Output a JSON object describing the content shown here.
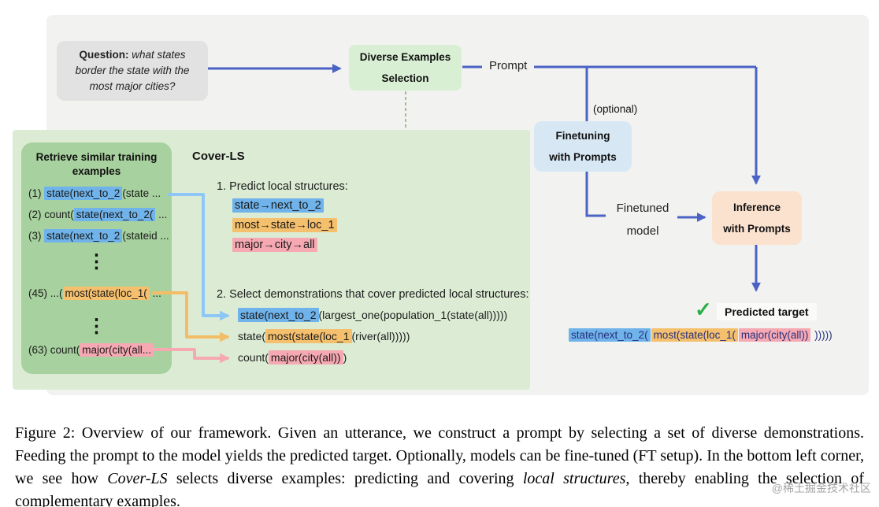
{
  "figure": {
    "question": {
      "label": "Question:",
      "text": " what states border the state with the most major cities?"
    },
    "diverse_box": {
      "line1": "Diverse Examples",
      "line2": "Selection"
    },
    "prompt_label": "Prompt",
    "optional_label": "(optional)",
    "finetuning_box": {
      "line1": "Finetuning",
      "line2": "with Prompts"
    },
    "finetuned_model": {
      "line1": "Finetuned",
      "line2": "model"
    },
    "inference_box": {
      "line1": "Inference",
      "line2": "with Prompts"
    },
    "check_icon": "✓",
    "predicted_target_label": "Predicted target",
    "predicted_target": {
      "blue": "state(next_to_2(",
      "orange": "most(state(loc_1(",
      "pink": "major(city(all))",
      "tail": " )))))"
    },
    "retrieve": {
      "title_line1": "Retrieve similar training",
      "title_line2": "examples",
      "ellipsis": "⋮",
      "items": [
        {
          "num": "(1) ",
          "pre": "",
          "hl": "state(next_to_2",
          "color": "blue",
          "post": "(state ..."
        },
        {
          "num": "(2) ",
          "pre": "count(",
          "hl": "state(next_to_2(",
          "color": "blue",
          "post": " ..."
        },
        {
          "num": "(3) ",
          "pre": "",
          "hl": "state(next_to_2",
          "color": "blue",
          "post": "(stateid ..."
        },
        {
          "num": "(45) ",
          "pre": "...(",
          "hl": "most(state(loc_1(",
          "color": "orange",
          "post": " ..."
        },
        {
          "num": "(63) ",
          "pre": "count(",
          "hl": "major(city(all...",
          "color": "pink",
          "post": ""
        }
      ]
    },
    "coverls": {
      "title": "Cover-LS",
      "step1": "1. Predict local structures:",
      "structures": [
        {
          "text": "state→next_to_2",
          "color": "blue"
        },
        {
          "text": "most→state→loc_1",
          "color": "orange"
        },
        {
          "text": "major→city→all",
          "color": "pink"
        }
      ],
      "step2": "2. Select demonstrations that cover predicted local structures:",
      "demos": [
        {
          "pre": "",
          "hl": "state(next_to_2",
          "color": "blue",
          "post": "(largest_one(population_1(state(all)))))"
        },
        {
          "pre": "state(",
          "hl": "most(state(loc_1",
          "color": "orange",
          "post": "(river(all)))))"
        },
        {
          "pre": "count(",
          "hl": "major(city(all))",
          "color": "pink",
          "post": ")"
        }
      ]
    }
  },
  "caption": {
    "segments": [
      {
        "text": "Figure 2: Overview of our framework. Given an utterance, we construct a prompt by selecting a set of diverse demonstrations. Feeding the prompt to the model yields the predicted target. Optionally, models can be fine-tuned (FT setup). In the bottom left corner, we see how ",
        "italic": false
      },
      {
        "text": "Cover-LS",
        "italic": true
      },
      {
        "text": " selects diverse examples: predicting and covering ",
        "italic": false
      },
      {
        "text": "local structures",
        "italic": true
      },
      {
        "text": ", thereby enabling the selection of complementary examples.",
        "italic": false
      }
    ]
  },
  "watermark": "@稀土掘金技术社区",
  "colors": {
    "figure_bg": "#f2f2f0",
    "panel_green": "#dcecd4",
    "retrieve_green": "#a7d19e",
    "question_gray": "#e2e2e2",
    "diverse_green": "#d9efd4",
    "finetune_blue": "#d7e8f4",
    "inference_peach": "#fbe2cf",
    "arrow_blue": "#4a63c4",
    "arrow_lightblue": "#8ec7f5",
    "arrow_orange": "#f3bd68",
    "arrow_pink": "#f6a9b3",
    "dash_green": "#8ab380",
    "hl_blue": "#6fb3ea",
    "hl_orange": "#f5c06d",
    "hl_pink": "#f6a9b3",
    "check_green": "#27ae45",
    "code_text": "#26307c"
  }
}
